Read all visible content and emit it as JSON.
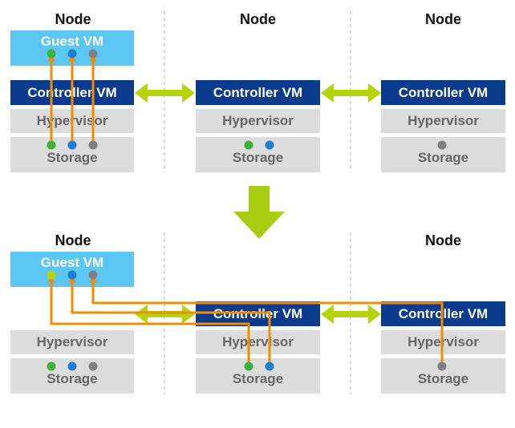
{
  "labels": {
    "node": "Node",
    "guest_vm": "Guest VM",
    "controller_vm": "Controller VM",
    "hypervisor": "Hypervisor",
    "storage": "Storage"
  },
  "colors": {
    "guest_vm_fill": "#5cc6f4",
    "controller_fill": "#0b3b8c",
    "gray_fill": "#dcdcdc",
    "bidirectional_arrow": "#b5d40c",
    "down_arrow": "#a8cc12",
    "data_path_arrow": "#f18d00",
    "dot_green": "#3fae3a",
    "dot_blue": "#1f7ed4",
    "dot_gray": "#808080",
    "dot_lime": "#b5d40c",
    "divider": "#c8c8c8"
  }
}
